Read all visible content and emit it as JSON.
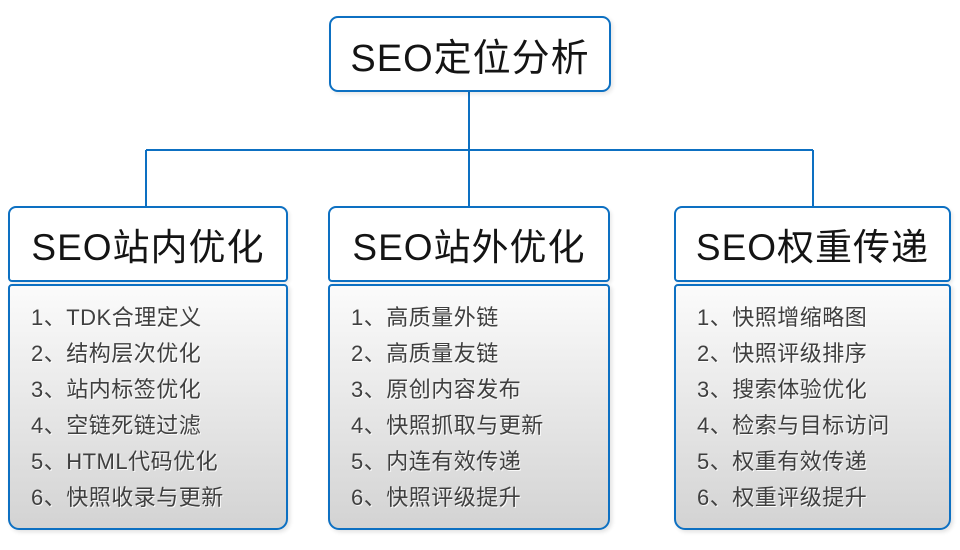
{
  "colors": {
    "accent_blue": "#0d70c2",
    "heading_text": "#141414",
    "body_text": "#3f3f3f",
    "body_gradient_top": "#fbfbfb",
    "body_gradient_bottom": "#d3d3d3"
  },
  "root": {
    "label": "SEO定位分析"
  },
  "columns": [
    {
      "title": "SEO站内优化",
      "items": [
        "1、TDK合理定义",
        "2、结构层次优化",
        "3、站内标签优化",
        "4、空链死链过滤",
        "5、HTML代码优化",
        "6、快照收录与更新"
      ]
    },
    {
      "title": "SEO站外优化",
      "items": [
        "1、高质量外链",
        "2、高质量友链",
        "3、原创内容发布",
        "4、快照抓取与更新",
        "5、内连有效传递",
        "6、快照评级提升"
      ]
    },
    {
      "title": "SEO权重传递",
      "items": [
        "1、快照增缩略图",
        "2、快照评级排序",
        "3、搜索体验优化",
        "4、检索与目标访问",
        "5、权重有效传递",
        "6、权重评级提升"
      ]
    }
  ]
}
